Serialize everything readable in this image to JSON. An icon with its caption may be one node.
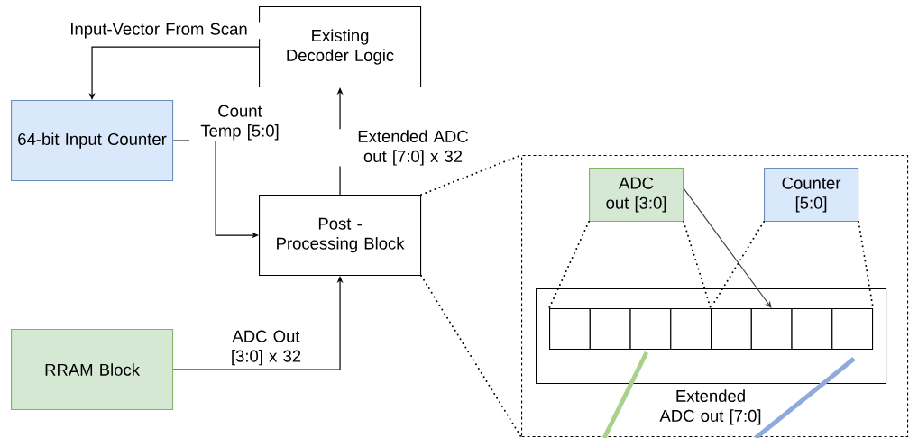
{
  "diagram": {
    "nodes": [
      {
        "text": [
          "Existing Decoder Logic"
        ]
      },
      {
        "text": [
          "64-bit Input Counter"
        ]
      },
      {
        "text": [
          "Post - Processing Block"
        ]
      },
      {
        "text": [
          "RRAM Block"
        ]
      },
      {
        "text": [],
        "shape": "box"
      },
      {
        "text": [
          "ADC out [3:0]"
        ],
        "in": 4
      },
      {
        "text": [
          "Counter [5:0]"
        ],
        "in": 4
      },
      {
        "text": [
          "Extended ADC out [7:0]"
        ],
        "in": 4
      },
      {
        "text": [],
        "shape": "box",
        "in": 7
      },
      {
        "text": [],
        "shape": "box",
        "in": 7
      },
      {
        "text": [],
        "shape": "box",
        "in": 7
      },
      {
        "text": [],
        "shape": "box",
        "in": 7
      },
      {
        "text": [],
        "shape": "box",
        "in": 7
      },
      {
        "text": [],
        "shape": "box",
        "in": 7
      },
      {
        "text": [],
        "shape": "box",
        "in": 7
      },
      {
        "text": [],
        "shape": "box",
        "in": 7
      }
    ],
    "edges": [
      {
        "from": 0,
        "to": 1,
        "arrow": "to",
        "label": "Input-Vector From Scan"
      },
      {
        "from": 1,
        "to": 2,
        "arrow": "to",
        "label": "Count Temp [5:0]"
      },
      {
        "from": 2,
        "to": 0,
        "arrow": "to",
        "label": "Extended ADC out [7:0] x 32"
      },
      {
        "from": 3,
        "to": 2,
        "arrow": "to",
        "label": "ADC Out [3:0] x 32"
      },
      {
        "from": 5,
        "to": 13,
        "arrow": "to",
        "color": "#404040"
      },
      {
        "from": 2,
        "to": 4,
        "arrow": "none",
        "style": "dashed"
      },
      {
        "from": 2,
        "to": 4,
        "arrow": "none",
        "style": "dashed"
      },
      {
        "from": 5,
        "to": 8,
        "arrow": "none",
        "style": "dashed"
      },
      {
        "from": 5,
        "to": 12,
        "arrow": "none",
        "style": "dashed"
      },
      {
        "from": 6,
        "to": 12,
        "arrow": "none",
        "style": "dashed"
      },
      {
        "from": 6,
        "to": 15,
        "arrow": "none",
        "style": "dashed"
      }
    ]
  }
}
